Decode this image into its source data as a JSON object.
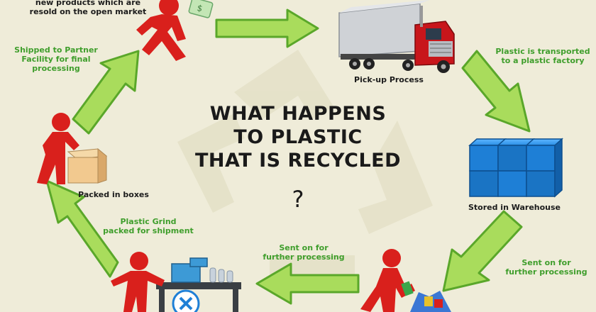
{
  "title_lines": [
    "WHAT HAPPENS",
    "TO PLASTIC",
    "THAT IS RECYCLED"
  ],
  "question_mark": "?",
  "steps": {
    "resold": [
      "new products which are",
      "resold on the open market"
    ],
    "pickup": [
      "Pick-up Process"
    ],
    "transported": [
      "Plastic is transported",
      "to a plastic factory"
    ],
    "warehouse": [
      "Stored in Warehouse"
    ],
    "sent_right": [
      "Sent on for",
      "further processing"
    ],
    "sent_center": [
      "Sent on for",
      "further processing"
    ],
    "grind": [
      "Plastic Grind",
      "packed for shipment"
    ],
    "boxes": [
      "Packed in boxes"
    ],
    "shipped": [
      "Shipped to Partner",
      "Facility for final",
      "processing"
    ]
  },
  "colors": {
    "background": "#efecd9",
    "arrow_fill": "#a9dc5c",
    "arrow_stroke": "#5aa72a",
    "figure_red": "#d9201c",
    "label_green": "#3f9e2c",
    "warehouse_blue": "#1e7fd6",
    "truck_red": "#c8161b"
  },
  "icons": [
    "recycle-watermark-icon",
    "person-with-money-icon",
    "truck-icon",
    "warehouse-crates-icon",
    "person-sorting-icon",
    "grinder-machine-icon",
    "person-with-box-icon"
  ]
}
